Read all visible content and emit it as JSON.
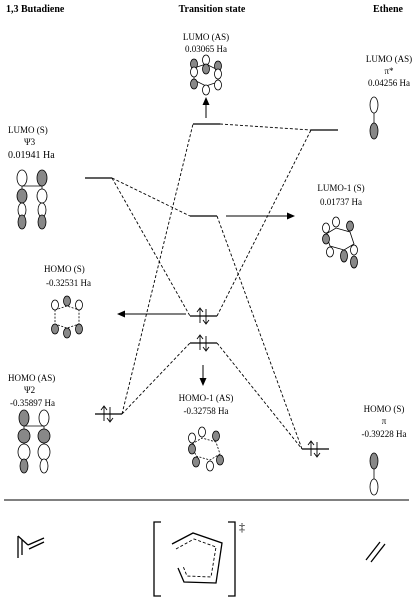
{
  "headers": {
    "butadiene": "1,3 Butadiene",
    "transition_state": "Transition state",
    "ethene": "Ethene"
  },
  "orbitals": {
    "ts_lumo": {
      "name": "LUMO (AS)",
      "energy": "0.03065 Ha"
    },
    "ethene_lumo": {
      "name": "LUMO (AS)",
      "symbol": "π*",
      "energy": "0.04256 Ha"
    },
    "bd_lumo": {
      "name": "LUMO (S)",
      "symbol": "Ψ3",
      "energy": "0.01941 Ha"
    },
    "ts_lumo1": {
      "name": "LUMO-1 (S)",
      "energy": "0.01737 Ha"
    },
    "ts_homo": {
      "name": "HOMO (S)",
      "energy": "-0.32531 Ha"
    },
    "bd_homo": {
      "name": "HOMO (AS)",
      "symbol": "Ψ2",
      "energy": "-0.35897 Ha"
    },
    "ts_homo1": {
      "name": "HOMO-1 (AS)",
      "energy": "-0.32758 Ha"
    },
    "ethene_homo": {
      "name": "HOMO (S)",
      "symbol": "π",
      "energy": "-0.39228 Ha"
    }
  },
  "bottom": {
    "ts_symbol": "‡"
  }
}
